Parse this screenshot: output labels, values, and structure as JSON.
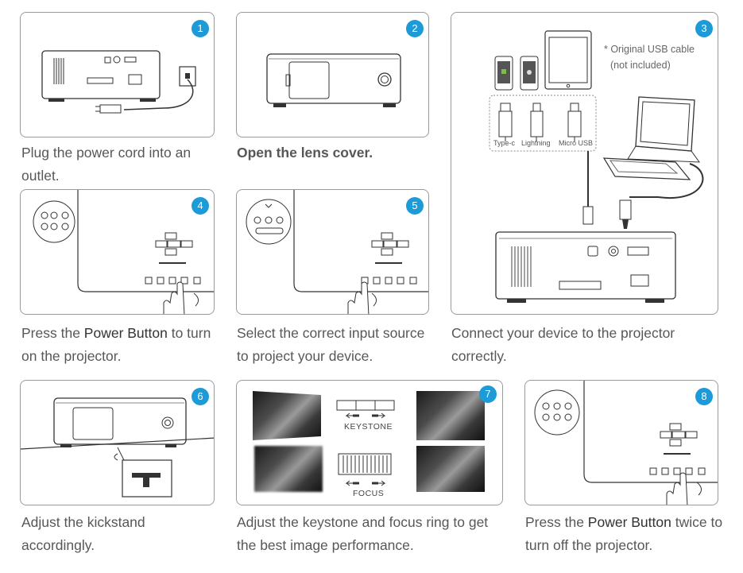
{
  "steps": [
    {
      "num": "1",
      "caption_parts": [
        "Plug the power cord into an outlet."
      ]
    },
    {
      "num": "2",
      "caption_parts": [
        "Open the lens cover."
      ]
    },
    {
      "num": "3",
      "caption_parts": [
        "Connect your device to the projector correctly."
      ],
      "note_line1": "* Original USB cable",
      "note_line2": "(not included)",
      "cables": [
        "Type-c",
        "Lightning",
        "Micro USB"
      ]
    },
    {
      "num": "4",
      "caption_pre": "Press the ",
      "caption_em": "Power Button",
      "caption_post": " to turn on the projector."
    },
    {
      "num": "5",
      "caption_parts": [
        "Select the correct input source to project your device."
      ]
    },
    {
      "num": "6",
      "caption_parts": [
        "Adjust the kickstand accordingly."
      ]
    },
    {
      "num": "7",
      "caption_parts": [
        "Adjust the keystone and focus ring to get the best image performance."
      ],
      "labels": [
        "KEYSTONE",
        "FOCUS"
      ]
    },
    {
      "num": "8",
      "caption_pre": "Press the ",
      "caption_em": "Power Button",
      "caption_post": " twice to turn off the projector."
    }
  ],
  "colors": {
    "accent": "#1d9ad8",
    "line": "#333333",
    "border": "#9a9a9a"
  }
}
